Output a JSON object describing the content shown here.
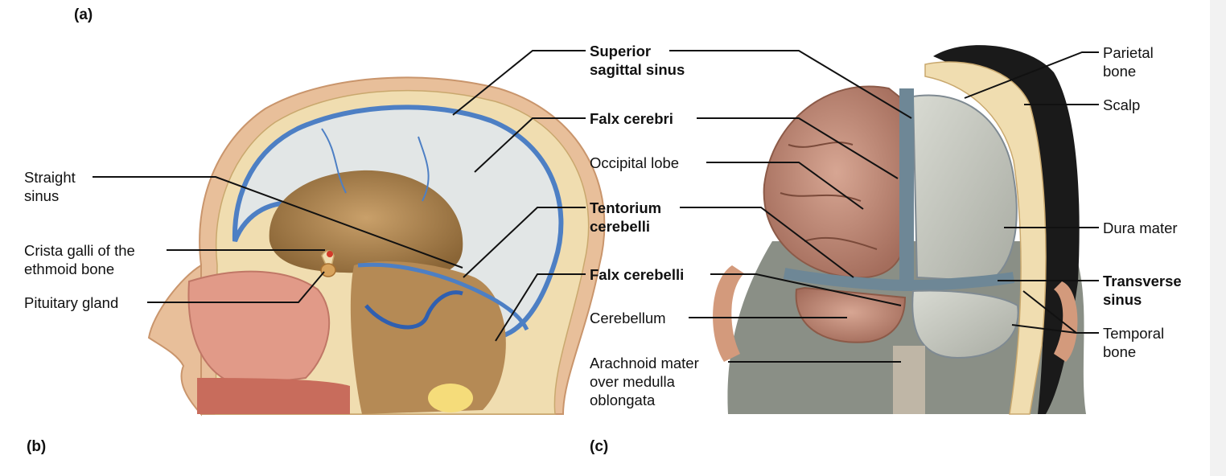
{
  "panels": {
    "a": "(a)",
    "b": "(b)",
    "c": "(c)"
  },
  "labels": {
    "superior_sagittal_sinus": [
      "Superior",
      "sagittal sinus"
    ],
    "falx_cerebri": [
      "Falx cerebri"
    ],
    "occipital_lobe": [
      "Occipital lobe"
    ],
    "tentorium_cerebelli": [
      "Tentorium",
      "cerebelli"
    ],
    "falx_cerebelli": [
      "Falx cerebelli"
    ],
    "cerebellum": [
      "Cerebellum"
    ],
    "arachnoid_mater": [
      "Arachnoid mater",
      "over medulla",
      "oblongata"
    ],
    "straight_sinus": [
      "Straight",
      "sinus"
    ],
    "crista_galli": [
      "Crista galli of the",
      "ethmoid bone"
    ],
    "pituitary_gland": [
      "Pituitary gland"
    ],
    "parietal_bone": [
      "Parietal",
      "bone"
    ],
    "scalp": [
      "Scalp"
    ],
    "dura_mater": [
      "Dura mater"
    ],
    "transverse_sinus": [
      "Transverse",
      "sinus"
    ],
    "temporal_bone": [
      "Temporal",
      "bone"
    ]
  },
  "colors": {
    "skin": "#e8bf9a",
    "bone": "#f0ddb0",
    "falx": "#dfe3e3",
    "sinus_blue": "#4d7fc4",
    "brain_tan": "#b88e5a",
    "nasal_pink": "#e19a88",
    "cortex": "#c7937f",
    "dura_grey": "#c9cbc2",
    "hair": "#1a1a1a"
  }
}
